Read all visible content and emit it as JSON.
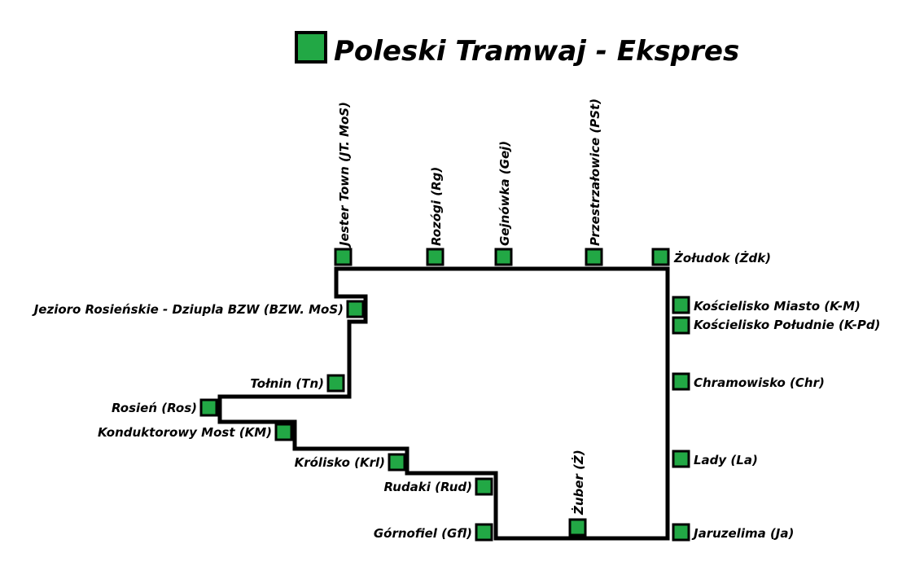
{
  "title": "Poleski Tramwaj - Ekspres",
  "colors": {
    "line": "#000000",
    "stop_fill": "#22a845",
    "stop_border": "#000000"
  },
  "stations": [
    "Jester Town (JT. MoS)",
    "Rozógi (Rg)",
    "Gejnówka (Gej)",
    "Przestrzałowice (PSt)",
    "Żołudok (Żdk)",
    "Kościelisko Miasto (K-M)",
    "Kościelisko Południe (K-Pd)",
    "Chramowisko (Chr)",
    "Lady (La)",
    "Jaruzelima (Ja)",
    "Żuber (Ż)",
    "Górnofiel (Gfl)",
    "Rudaki (Rud)",
    "Królisko (Krl)",
    "Konduktorowy Most (KM)",
    "Rosień (Ros)",
    "Tołnin (Tn)",
    "Jezioro Rosieńskie - Dziupla BZW (BZW. MoS)"
  ]
}
